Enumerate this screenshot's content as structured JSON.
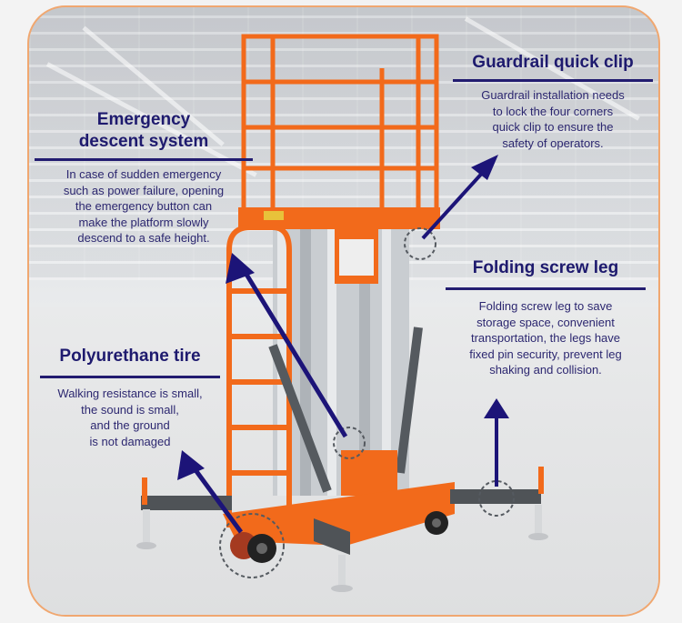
{
  "frame": {
    "border_color": "#f0a770",
    "accent_color": "#1e1a6e",
    "machine_color": "#f26a1b"
  },
  "callouts": {
    "guardrail": {
      "title": "Guardrail quick clip",
      "lines": [
        "Guardrail installation needs",
        "to lock the four corners",
        "quick clip to ensure the",
        "safety of operators."
      ]
    },
    "emergency": {
      "title_lines": [
        "Emergency",
        "descent system"
      ],
      "lines": [
        "In case of sudden emergency",
        "such as power failure, opening",
        "the emergency button can",
        "make the platform slowly",
        "descend to a safe height."
      ]
    },
    "folding": {
      "title": "Folding screw leg",
      "lines": [
        "Folding screw leg to save",
        "storage space, convenient",
        "transportation, the legs have",
        "fixed pin security, prevent leg",
        "shaking and collision."
      ]
    },
    "tire": {
      "title": "Polyurethane tire",
      "lines": [
        "Walking resistance is small,",
        "the sound is small,",
        "and the ground",
        "is not damaged"
      ]
    }
  },
  "icons": [
    "arrow-guardrail-icon",
    "arrow-emergency-icon",
    "arrow-folding-icon",
    "arrow-tire-icon"
  ]
}
